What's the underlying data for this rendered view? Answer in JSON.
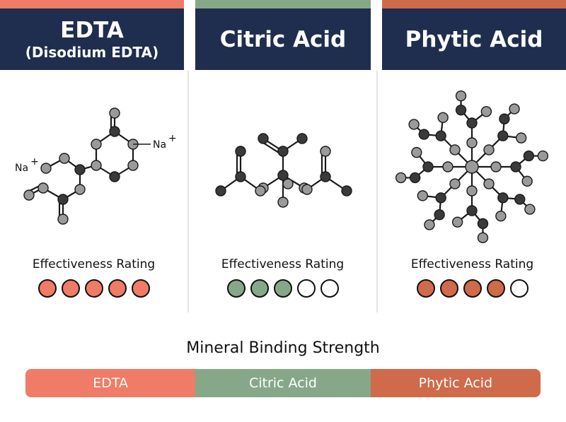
{
  "columns": [
    {
      "name": "EDTA",
      "subtitle": "(Disodium EDTA)",
      "color": "#f07b66",
      "rating_label": "Effectiveness Rating",
      "rating": 5,
      "rating_max": 5,
      "ions": [
        "Na",
        "Na"
      ],
      "ion_charge": "+"
    },
    {
      "name": "Citric Acid",
      "subtitle": "",
      "color": "#86a888",
      "rating_label": "Effectiveness Rating",
      "rating": 3,
      "rating_max": 5
    },
    {
      "name": "Phytic Acid",
      "subtitle": "",
      "color": "#cf6a4b",
      "rating_label": "Effectiveness Rating",
      "rating": 4,
      "rating_max": 5
    }
  ],
  "strength": {
    "title": "Mineral Binding Strength",
    "segments": [
      {
        "label": "EDTA",
        "color": "#f07b66",
        "share": 0.33
      },
      {
        "label": "Citric Acid",
        "color": "#86a888",
        "share": 0.34
      },
      {
        "label": "Phytic Acid",
        "color": "#cf6a4b",
        "share": 0.33
      }
    ]
  },
  "colors": {
    "header_bg": "#1f2d4e",
    "atom_dark": "#3a3a3a",
    "atom_light": "#9a9a9a",
    "bond": "#1a1a1a"
  }
}
